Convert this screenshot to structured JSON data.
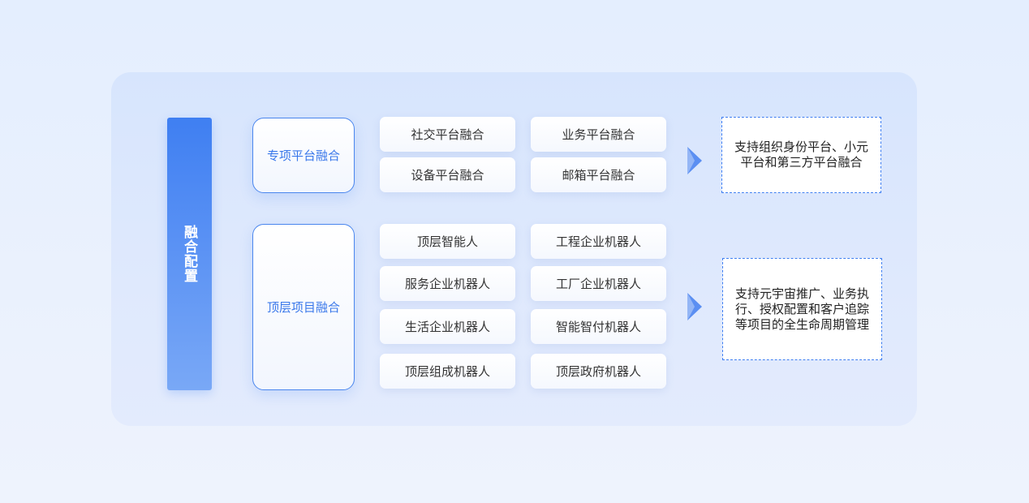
{
  "left_bar": {
    "label": "融合配置"
  },
  "groups": [
    {
      "label": "专项平台融合",
      "items": [
        "社交平台融合",
        "业务平台融合",
        "设备平台融合",
        "邮箱平台融合"
      ],
      "description": [
        "支持组织身份平台、小元",
        "平台和第三方平台融合"
      ]
    },
    {
      "label": "顶层项目融合",
      "items": [
        "顶层智能人",
        "工程企业机器人",
        "服务企业机器人",
        "工厂企业机器人",
        "生活企业机器人",
        "智能智付机器人",
        "顶层组成机器人",
        "顶层政府机器人"
      ],
      "description": [
        "支持元宇宙推广、业务执",
        "行、授权配置和客户追踪",
        "等项目的全生命周期管理"
      ]
    }
  ],
  "colors": {
    "accent": "#3f7ff2",
    "text": "#333333"
  }
}
